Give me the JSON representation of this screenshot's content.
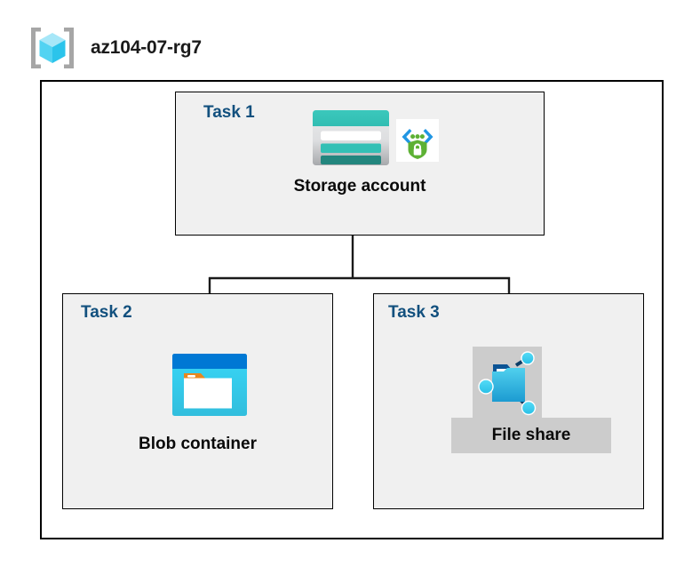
{
  "diagram": {
    "title": "az104-07-rg7",
    "resource_group_icon": "resource-group-icon",
    "container_border_color": "#000000",
    "task_box_fill": "#F0F0F0",
    "task_label_color": "#12507E",
    "node_label_color": "#0a0a0a",
    "connector_color": "#1a1a1a",
    "selection_highlight_color": "#CCCCCC"
  },
  "tasks": [
    {
      "id": "task1",
      "label": "Task 1",
      "node_label": "Storage account",
      "icons": [
        "storage-account-icon",
        "secure-endpoint-lock-icon"
      ],
      "selected": false
    },
    {
      "id": "task2",
      "label": "Task 2",
      "node_label": "Blob container",
      "icons": [
        "blob-container-icon"
      ],
      "selected": false
    },
    {
      "id": "task3",
      "label": "Task 3",
      "node_label": "File share",
      "icons": [
        "file-share-icon"
      ],
      "selected": true
    }
  ],
  "colors": {
    "storage_teal": "#32BFB5",
    "storage_teal_dark": "#1F8E86",
    "blob_blue": "#0078D4",
    "blob_cyan": "#32D4F5",
    "blob_orange": "#E8871E",
    "fileshare_blue": "#32BEDD",
    "fileshare_navy": "#0B5394",
    "shield_green": "#5DB134",
    "bracket_blue": "#2196E3",
    "cube_cyan": "#8FE3F7",
    "bracket_gray": "#A6A6A6"
  }
}
